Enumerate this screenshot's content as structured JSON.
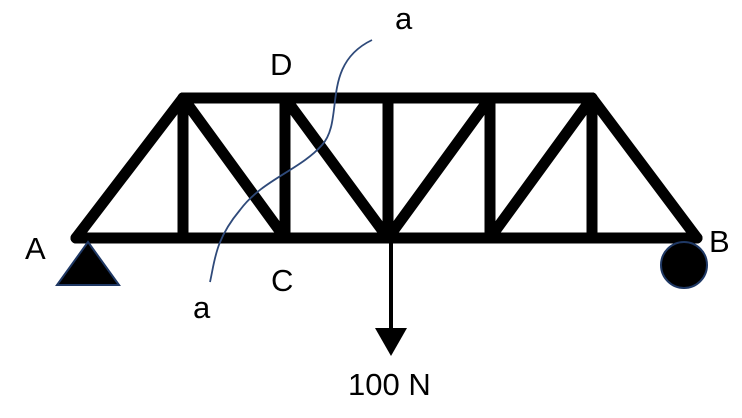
{
  "diagram": {
    "labels": {
      "support_left": "A",
      "support_right": "B",
      "joint_top": "D",
      "joint_bottom": "C",
      "section_top": "a",
      "section_bottom": "a",
      "load": "100 N"
    },
    "colors": {
      "members": "#000000",
      "section_line": "#2f4a7a",
      "support_outline": "#1f3864"
    }
  }
}
